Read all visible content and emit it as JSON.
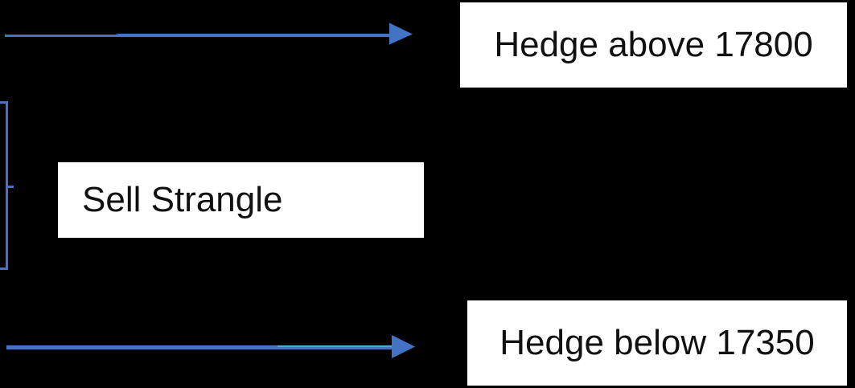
{
  "colors": {
    "background": "#000000",
    "accent_blue": "#4472C4",
    "bottom_arrow_sheen": "#49CBDE",
    "node_background": "#FFFFFF",
    "node_text": "#111111"
  },
  "diagram": {
    "type": "options-strategy-flow",
    "nodes": {
      "sell_strangle": {
        "label": "Sell Strangle"
      },
      "hedge_above": {
        "label": "Hedge above 17800"
      },
      "hedge_below": {
        "label": "Hedge below 17350"
      }
    },
    "connectors": {
      "top_arrow": "right-arrow",
      "bottom_arrow": "right-arrow",
      "left_brace": "square-right-brace"
    }
  }
}
